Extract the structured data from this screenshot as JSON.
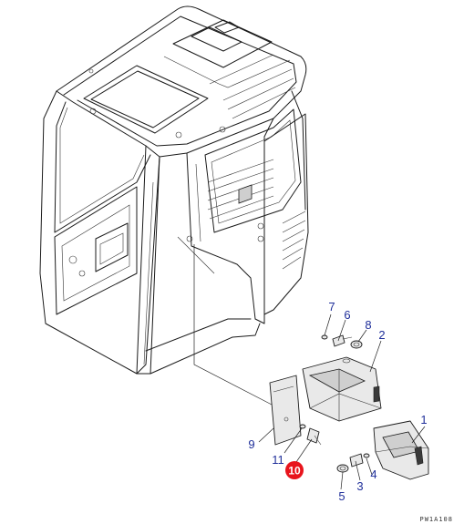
{
  "callouts": [
    {
      "label": "1"
    },
    {
      "label": "2"
    },
    {
      "label": "3"
    },
    {
      "label": "4"
    },
    {
      "label": "5"
    },
    {
      "label": "6"
    },
    {
      "label": "7"
    },
    {
      "label": "8"
    },
    {
      "label": "9"
    },
    {
      "label": "10",
      "highlight_color": "#e8141c"
    },
    {
      "label": "11"
    }
  ],
  "drawing_code": "PW1A108",
  "colors": {
    "callout_text": "#1f2f9a",
    "highlight": "#e8141c",
    "line": "#1a1a1a"
  }
}
